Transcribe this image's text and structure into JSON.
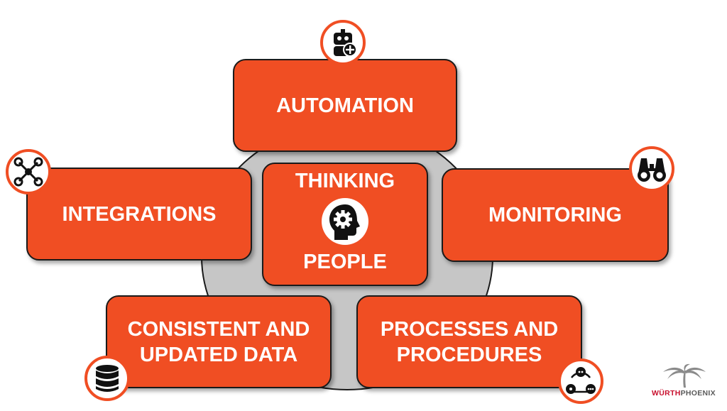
{
  "diagram": {
    "center": {
      "line1": "THINKING",
      "line2": "PEOPLE",
      "icon": "head-gear-icon"
    },
    "boxes": {
      "automation": {
        "label": "AUTOMATION",
        "icon": "robot-plus-icon"
      },
      "integrations": {
        "label": "INTEGRATIONS",
        "icon": "network-nodes-icon"
      },
      "monitoring": {
        "label": "MONITORING",
        "icon": "binoculars-icon"
      },
      "data": {
        "label": "CONSISTENT AND\nUPDATED DATA",
        "icon": "database-icon"
      },
      "processes": {
        "label": "PROCESSES AND\nPROCEDURES",
        "icon": "process-cycle-icon"
      }
    }
  },
  "logo": {
    "part1": "WÜRTH",
    "part2": "PHOENIX"
  },
  "colors": {
    "accent": "#f04e23",
    "hub": "#c6c6c6",
    "outline": "#1a1a1a"
  }
}
